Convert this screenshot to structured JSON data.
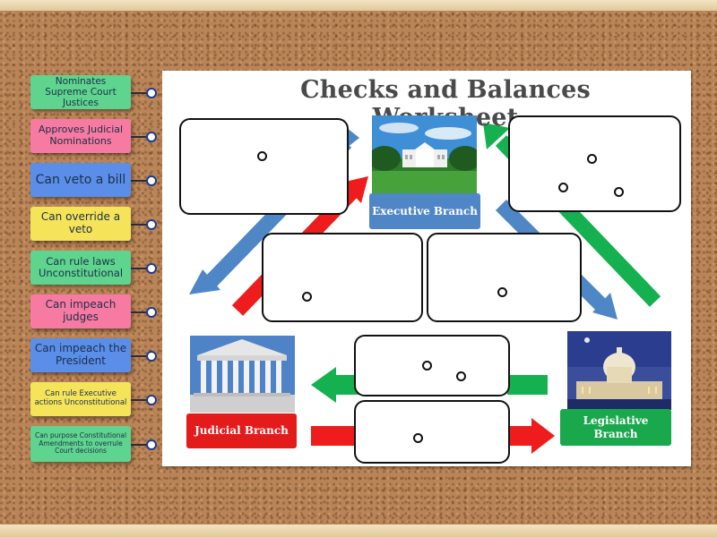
{
  "worksheet": {
    "title": "Checks and Balances Worksheet",
    "branches": {
      "executive": "Executive Branch",
      "judicial": "Judicial Branch",
      "legislative": "Legislative Branch"
    }
  },
  "tiles": [
    {
      "text": "Nominates Supreme Court Justices",
      "color": "#5fd48e"
    },
    {
      "text": "Approves Judicial Nominations",
      "color": "#f67aa1"
    },
    {
      "text": "Can veto a bill",
      "color": "#5a8ee8"
    },
    {
      "text": "Can override a veto",
      "color": "#f5e35a"
    },
    {
      "text": "Can rule laws Unconstitutional",
      "color": "#5fd48e"
    },
    {
      "text": "Can impeach judges",
      "color": "#f67aa1"
    },
    {
      "text": "Can impeach the President",
      "color": "#5a8ee8"
    },
    {
      "text": "Can rule Executive actions Unconstitutional",
      "color": "#f5e35a"
    },
    {
      "text": "Can purpose Constitutional Amendments to overrule Court decisions",
      "color": "#5fd48e"
    }
  ],
  "colors": {
    "arrow_blue": "#4f86c6",
    "arrow_red": "#ee1c1c",
    "arrow_green": "#15b04f",
    "executive_label": "#4f86c6",
    "judicial_label": "#e31b1b",
    "legislative_label": "#1aa84c"
  }
}
